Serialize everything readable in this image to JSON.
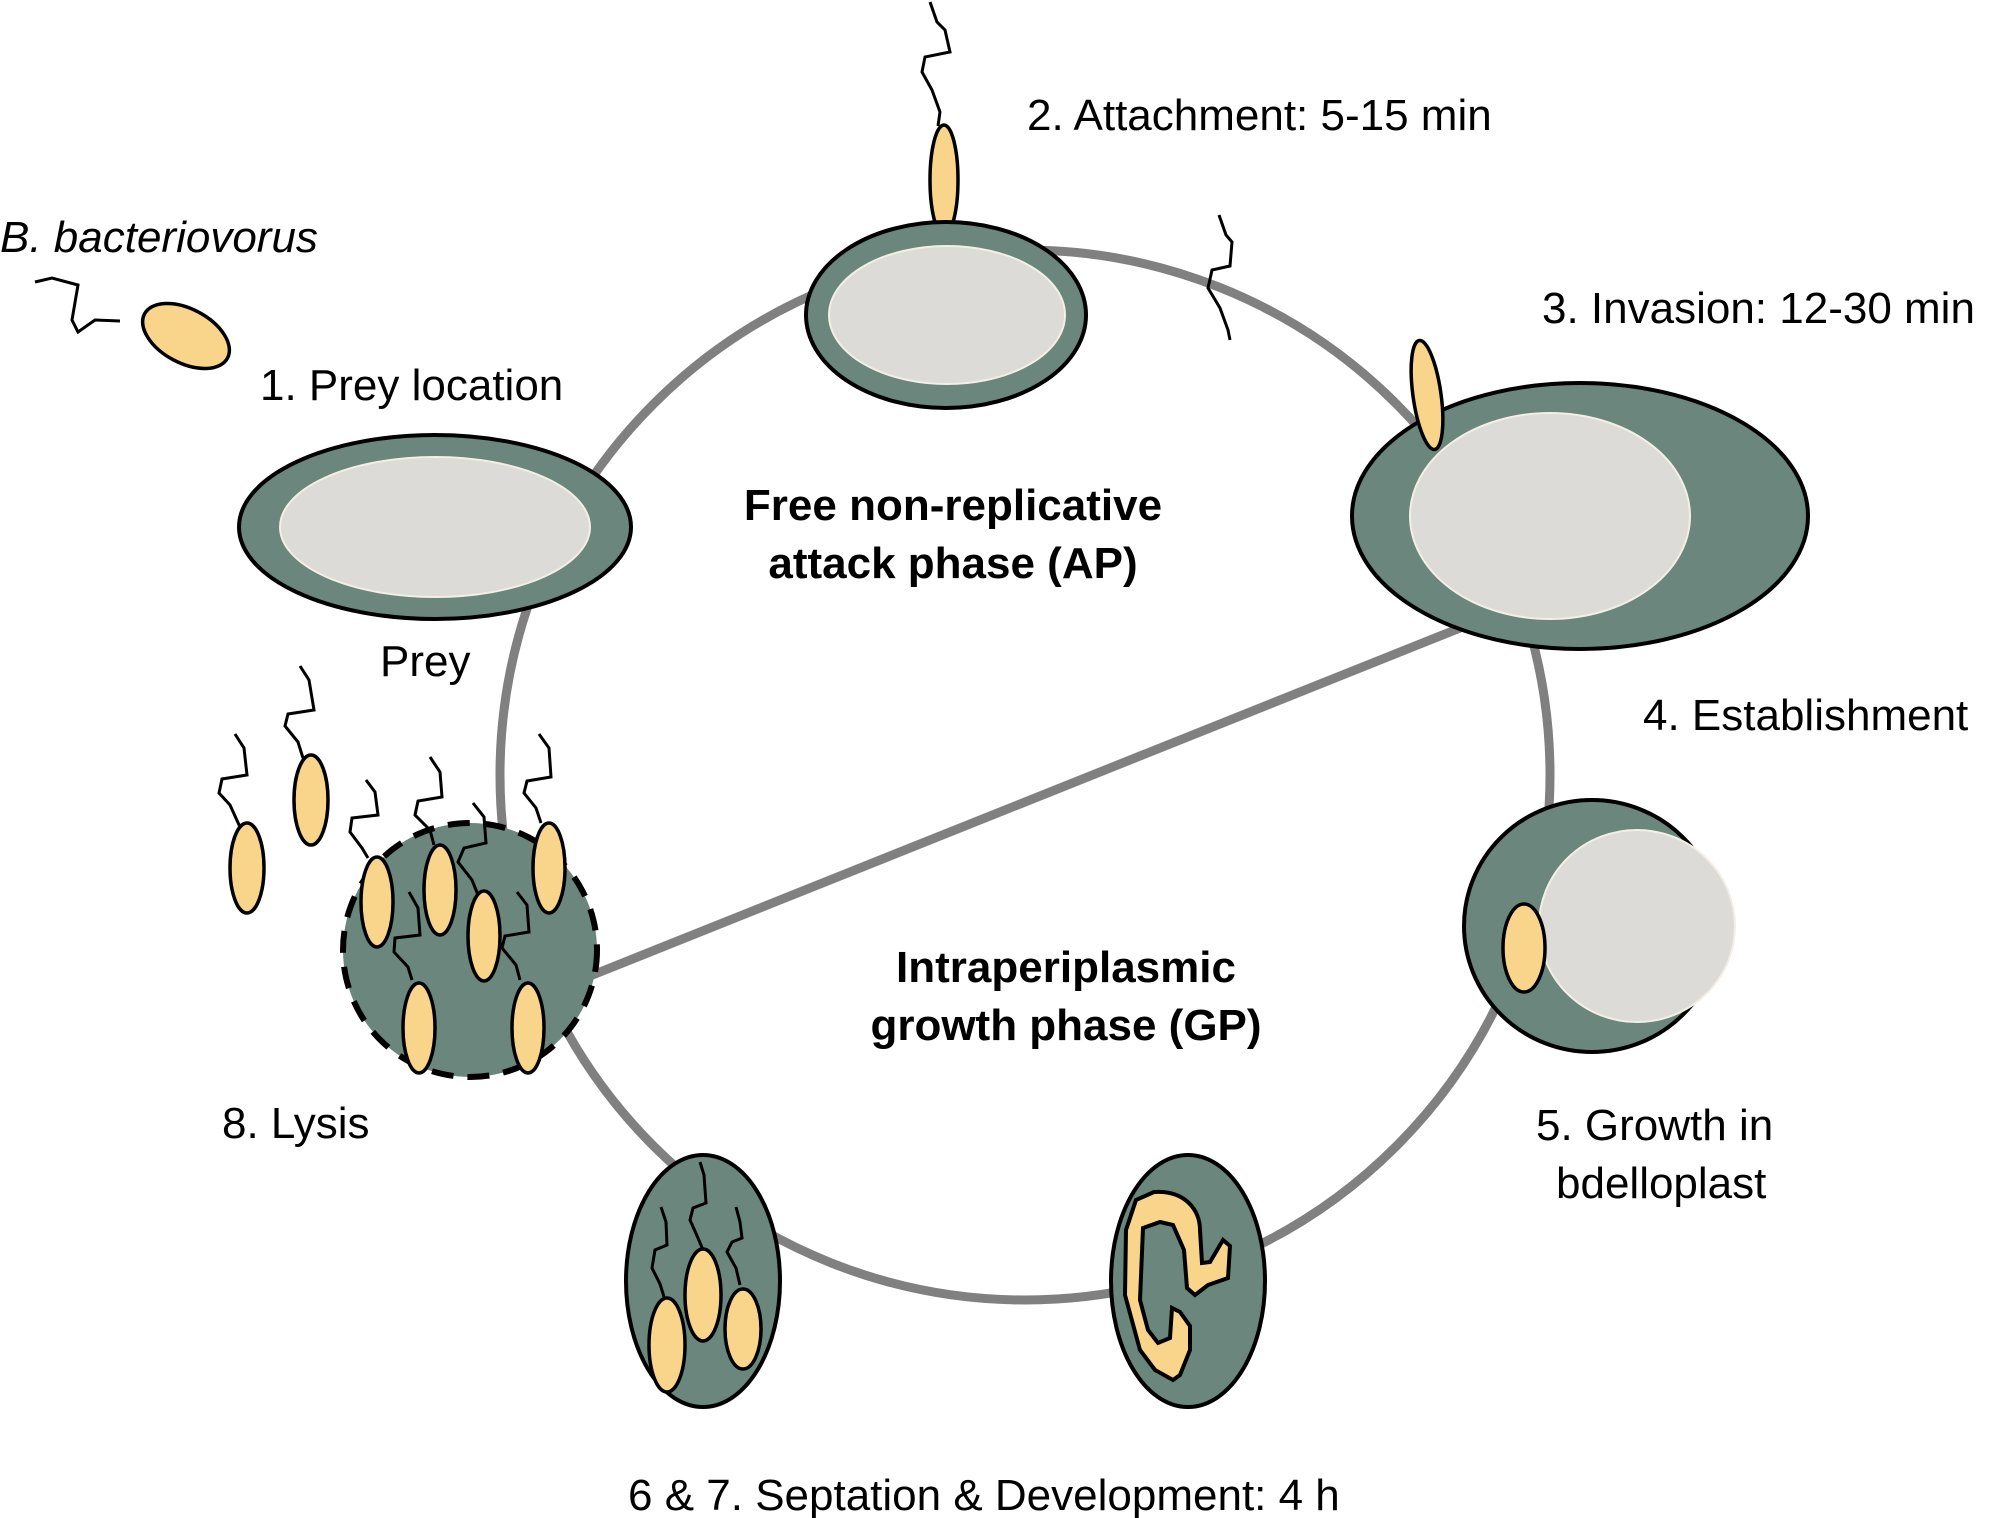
{
  "figure": {
    "title": "Bdellovibrio bacteriovorus predatory life cycle",
    "organism_label": "B. bacteriovorus",
    "prey_label": "Prey",
    "colors": {
      "prey_envelope": "#6b867c",
      "prey_cytoplasm": "#dddbd7",
      "bdellovibrio": "#f9d58b",
      "cycle_line": "#808080",
      "text": "#000000"
    },
    "phases": {
      "attack": {
        "line1": "Free non-replicative",
        "line2": "attack phase (AP)"
      },
      "growth": {
        "line1": "Intraperiplasmic",
        "line2": "growth phase (GP)"
      }
    },
    "steps": [
      {
        "id": 1,
        "label": "1. Prey location"
      },
      {
        "id": 2,
        "label": "2. Attachment: 5-15 min"
      },
      {
        "id": 3,
        "label": "3. Invasion: 12-30 min"
      },
      {
        "id": 4,
        "label": "4. Establishment"
      },
      {
        "id": 5,
        "line1": "5. Growth in",
        "line2": "bdelloplast"
      },
      {
        "id": 67,
        "label": "6 & 7. Septation & Development: 4 h"
      },
      {
        "id": 8,
        "label": "8. Lysis"
      }
    ]
  }
}
